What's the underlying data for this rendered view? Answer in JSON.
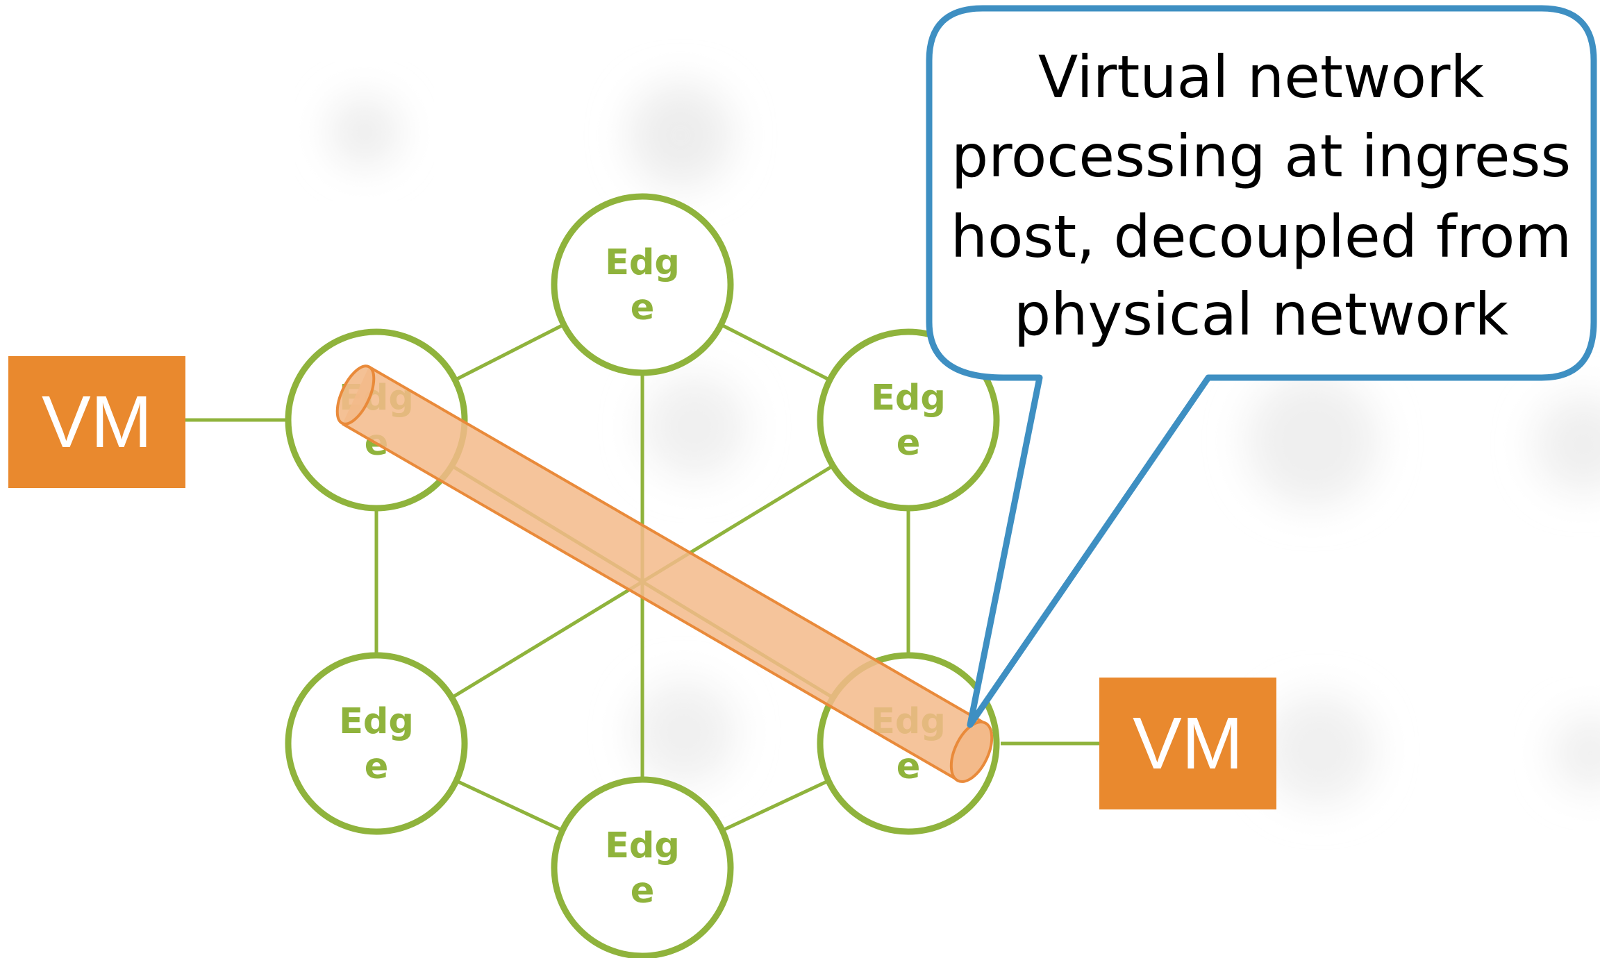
{
  "colors": {
    "edge_green": "#8fb33c",
    "vm_orange": "#e9892e",
    "tunnel_fill": "#f3ba8a",
    "tunnel_stroke": "#e98a3a",
    "callout_blue": "#3e8fc2",
    "text_dark": "#000000",
    "vm_text": "#ffffff"
  },
  "nodes": [
    {
      "id": "top",
      "label_line1": "Edg",
      "label_line2": "e"
    },
    {
      "id": "upper-left",
      "label_line1": "Edg",
      "label_line2": "e"
    },
    {
      "id": "upper-right",
      "label_line1": "Edg",
      "label_line2": "e"
    },
    {
      "id": "lower-left",
      "label_line1": "Edg",
      "label_line2": "e"
    },
    {
      "id": "lower-right",
      "label_line1": "Edg",
      "label_line2": "e"
    },
    {
      "id": "bottom",
      "label_line1": "Edg",
      "label_line2": "e"
    }
  ],
  "vms": {
    "left": {
      "label": "VM"
    },
    "right": {
      "label": "VM"
    }
  },
  "callout": {
    "lines": [
      "Virtual network",
      "processing at ingress",
      "host, decoupled from",
      "physical network"
    ]
  },
  "icons": {
    "tunnel": "cylinder-tunnel-icon"
  }
}
